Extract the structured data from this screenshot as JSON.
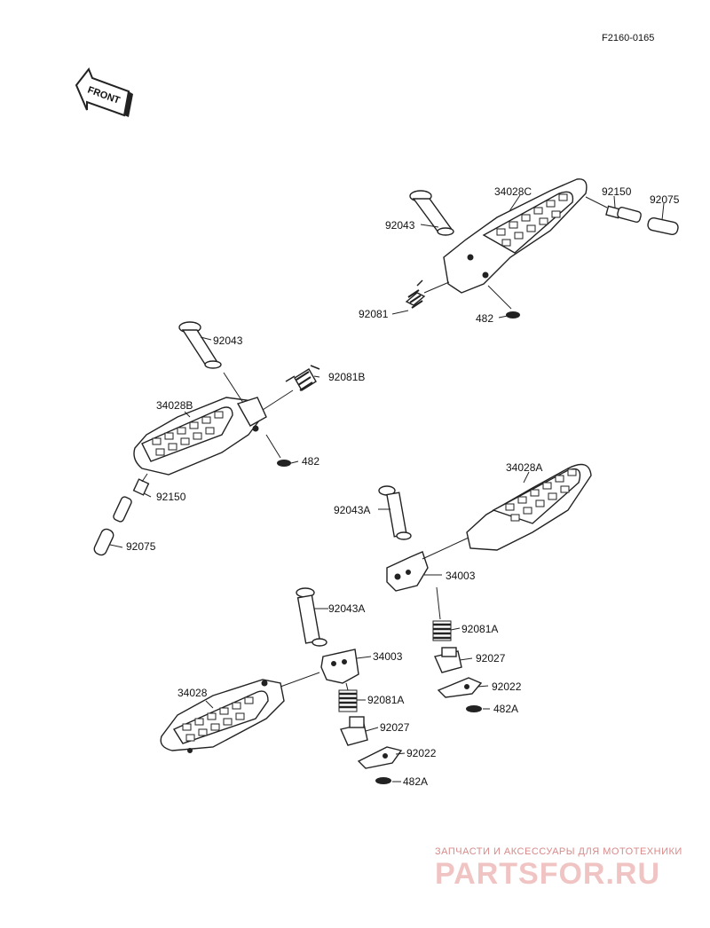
{
  "header": {
    "ref_code": "F2160-0165"
  },
  "front_arrow": {
    "label": "FRONT"
  },
  "labels": {
    "a_34028C": "34028C",
    "a_92150": "92150",
    "a_92075": "92075",
    "a_92043": "92043",
    "a_92081": "92081",
    "a_482": "482",
    "b_92043": "92043",
    "b_92081B": "92081B",
    "b_34028B": "34028B",
    "b_482": "482",
    "b_92150": "92150",
    "b_92075": "92075",
    "c_34028A": "34028A",
    "c_92043A": "92043A",
    "c_34003": "34003",
    "c_92081A": "92081A",
    "c_92027": "92027",
    "c_92022": "92022",
    "c_482A": "482A",
    "d_92043A": "92043A",
    "d_34003": "34003",
    "d_34028": "34028",
    "d_92081A": "92081A",
    "d_92027": "92027",
    "d_92022": "92022",
    "d_482A": "482A"
  },
  "watermark": {
    "caption": "ЗАПЧАСТИ И АКСЕССУАРЫ ДЛЯ МОТОТЕХНИКИ",
    "brand": "PARTSFOR.RU"
  }
}
